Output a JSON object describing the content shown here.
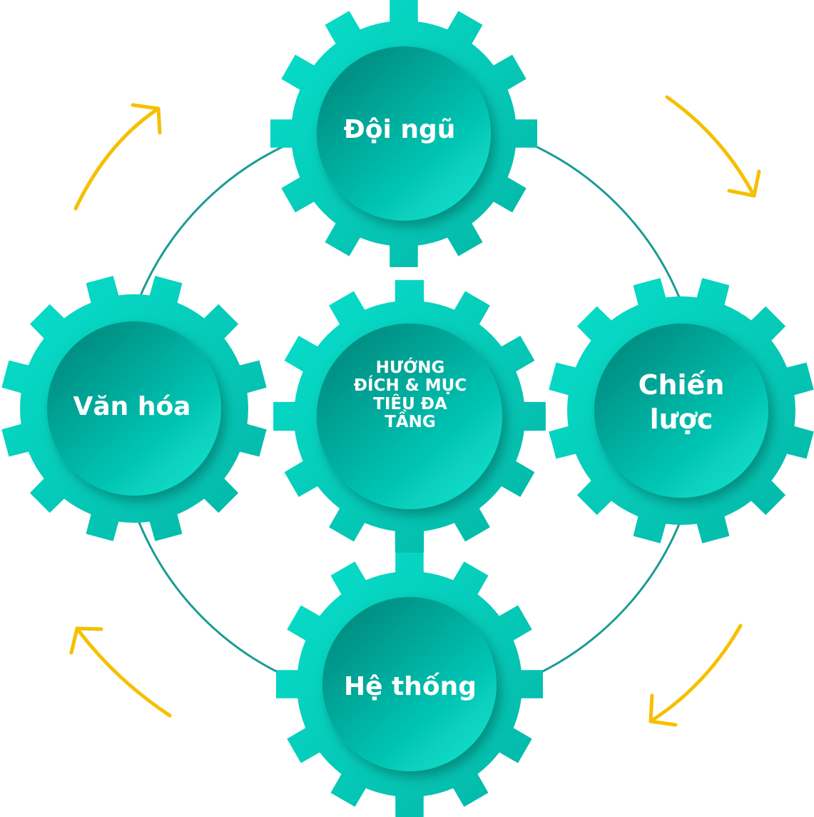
{
  "colors": {
    "gear_light": "#06d6c4",
    "gear_dark": "#038a7e",
    "ring": "#1b9c92",
    "arrow": "#f5c000",
    "text": "#ffffff"
  },
  "gears": {
    "top": {
      "label": "Đội ngũ"
    },
    "left": {
      "label": "Văn hóa"
    },
    "right": {
      "line1": "Chiến",
      "line2": "lược"
    },
    "bottom": {
      "label": "Hệ thống"
    },
    "center": {
      "line1": "HƯỚNG",
      "line2": "ĐÍCH & MỤC",
      "line3": "TIÊU ĐA",
      "line4": "TẦNG"
    }
  },
  "arrows": [
    "arrow-top-left",
    "arrow-top-right",
    "arrow-bottom-right",
    "arrow-bottom-left"
  ]
}
